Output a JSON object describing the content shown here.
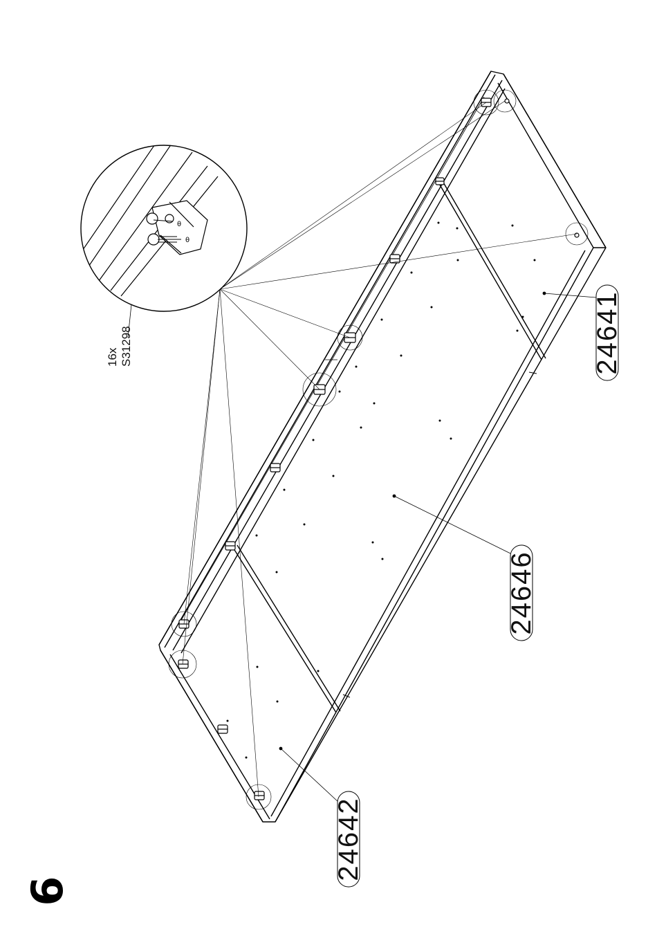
{
  "step": {
    "number": "6"
  },
  "hardware": {
    "quantity": "16x",
    "code": "S31298"
  },
  "parts": [
    {
      "code": "24641"
    },
    {
      "code": "24646"
    },
    {
      "code": "24642"
    }
  ]
}
